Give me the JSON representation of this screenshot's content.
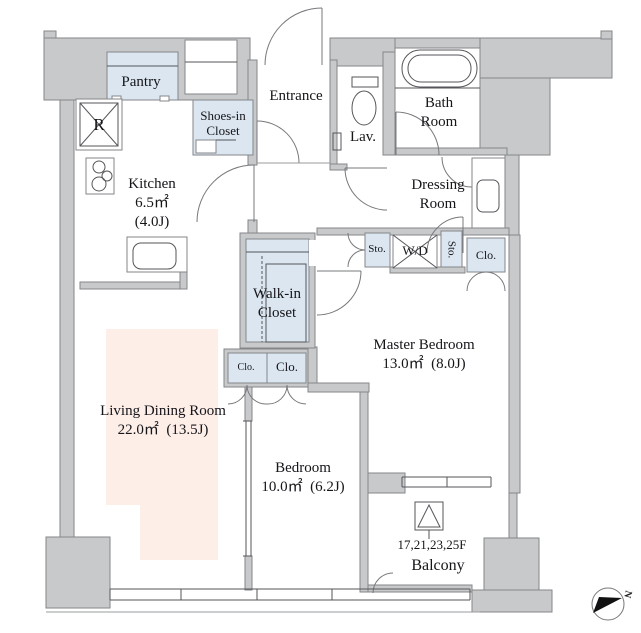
{
  "plan_type": "apartment-floor-plan",
  "labels": {
    "pantry": "Pantry",
    "refrigerator": "R",
    "shoes_closet_line1": "Shoes-in",
    "shoes_closet_line2": "Closet",
    "entrance": "Entrance",
    "lavatory": "Lav.",
    "bath_line1": "Bath",
    "bath_line2": "Room",
    "kitchen_name": "Kitchen",
    "kitchen_area": "6.5㎡",
    "kitchen_jo": "(4.0J)",
    "dressing_line1": "Dressing",
    "dressing_line2": "Room",
    "storage_left": "Sto.",
    "washer_dryer": "W/D",
    "storage_right": "Sto.",
    "closet_master": "Clo.",
    "walk_in_line1": "Walk-in",
    "walk_in_line2": "Closet",
    "closet_small": "Clo.",
    "closet_mid": "Clo.",
    "master_name": "Master Bedroom",
    "master_area": "13.0㎡  (8.0J)",
    "living_name": "Living Dining Room",
    "living_area": "22.0㎡  (13.5J)",
    "bedroom_name": "Bedroom",
    "bedroom_area": "10.0㎡  (6.2J)",
    "balcony_floors": "17,21,23,25F",
    "balcony": "Balcony",
    "compass_north": "N"
  },
  "colors": {
    "wall": "#c8c9cb",
    "wall_line": "#85868a",
    "closet_fill": "#dce6f0",
    "highlight_fill": "#fdeee8"
  }
}
